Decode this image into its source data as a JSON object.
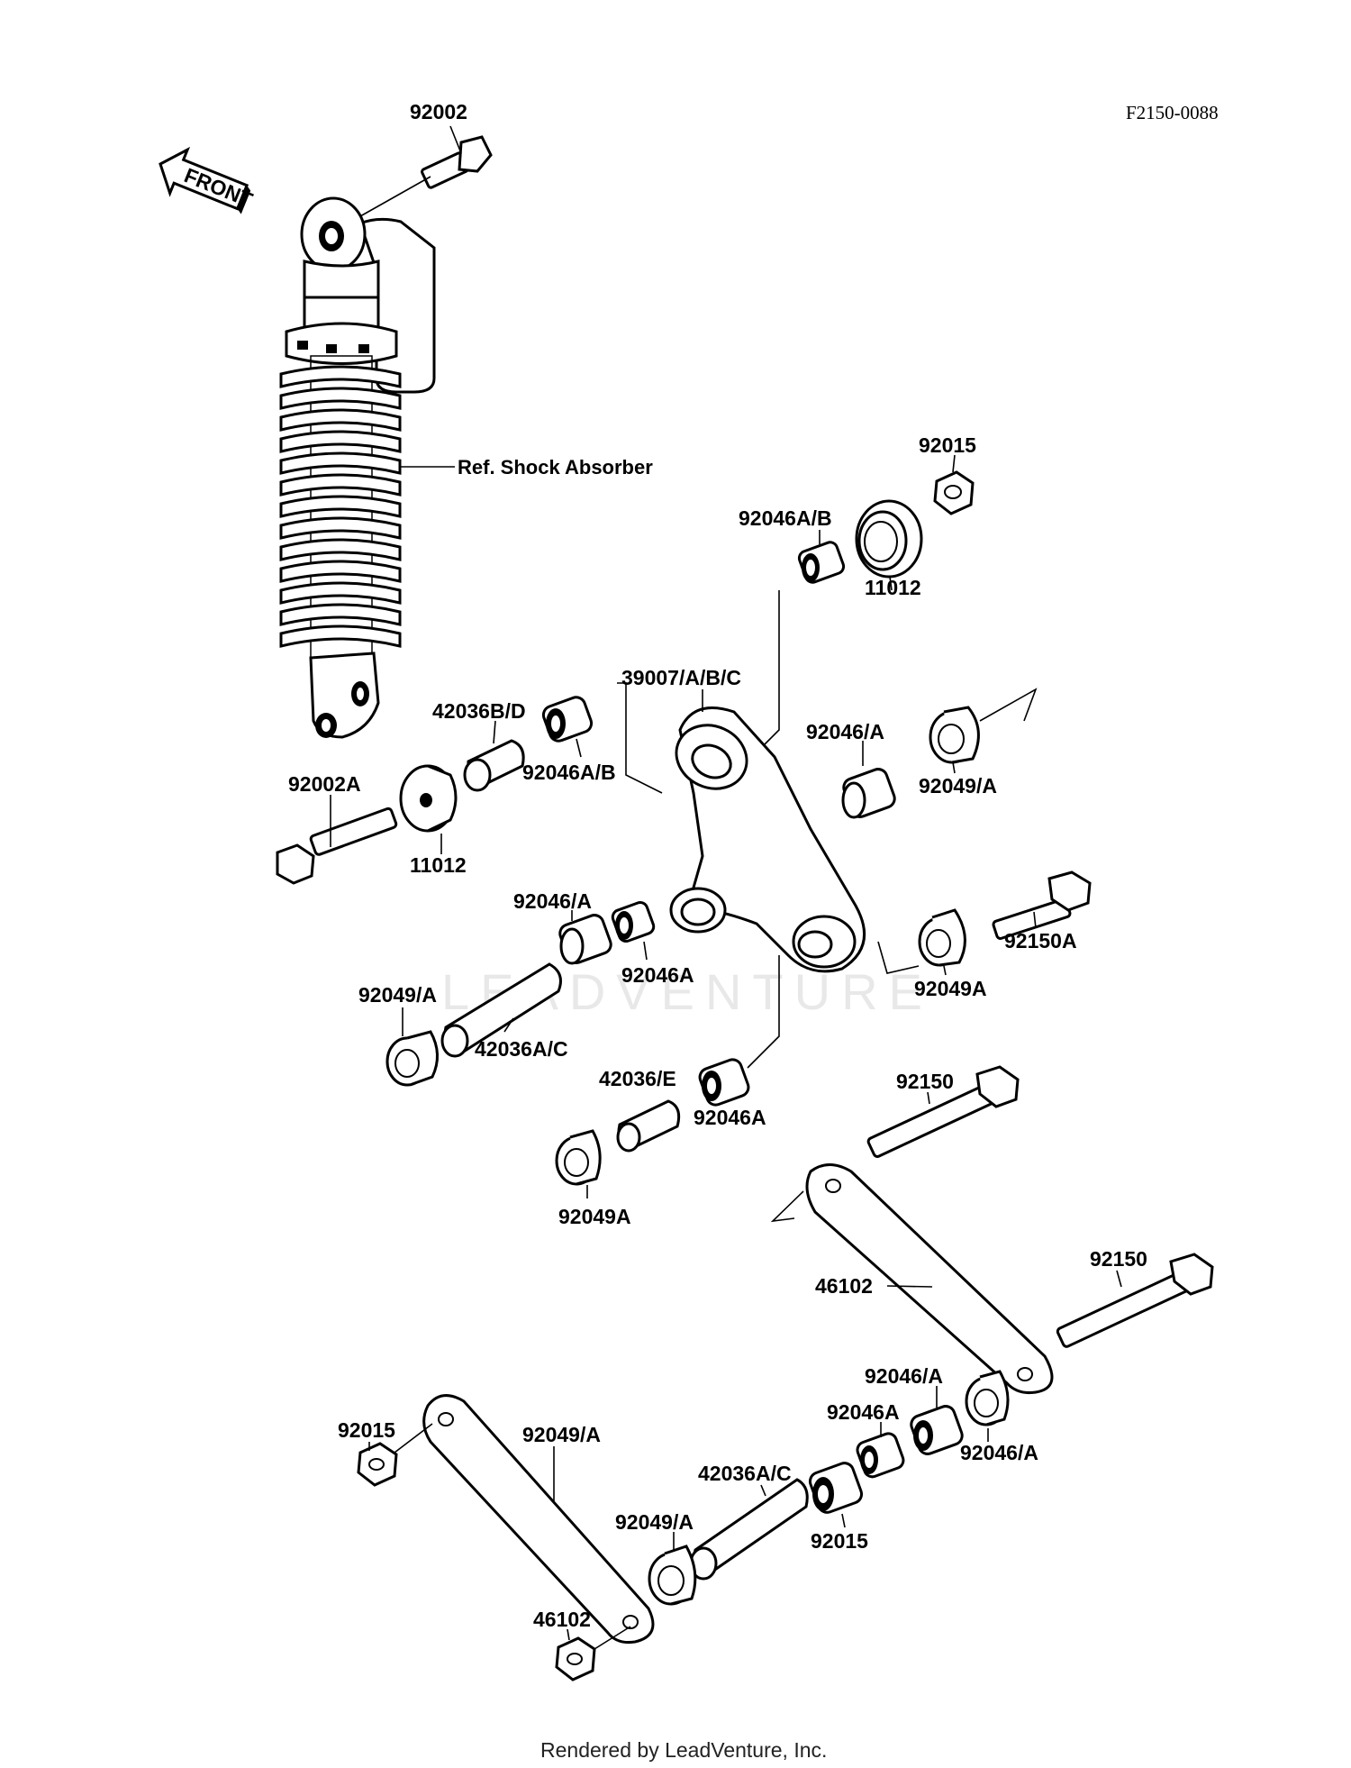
{
  "diagram_code": "F2150-0088",
  "front_label": "FRONT",
  "reference_label": "Ref. Shock Absorber",
  "watermark": "LEADVENTURE",
  "footer": "Rendered by LeadVenture, Inc.",
  "callouts": [
    {
      "id": "c01",
      "text": "92002"
    },
    {
      "id": "c02",
      "text": "92015"
    },
    {
      "id": "c03",
      "text": "92046A/B"
    },
    {
      "id": "c04",
      "text": "11012"
    },
    {
      "id": "c05",
      "text": "39007/A/B/C"
    },
    {
      "id": "c06",
      "text": "42036B/D"
    },
    {
      "id": "c07",
      "text": "92046A/B"
    },
    {
      "id": "c08",
      "text": "92046/A"
    },
    {
      "id": "c09",
      "text": "92049/A"
    },
    {
      "id": "c10",
      "text": "92002A"
    },
    {
      "id": "c11",
      "text": "11012"
    },
    {
      "id": "c12",
      "text": "92046/A"
    },
    {
      "id": "c13",
      "text": "92046A"
    },
    {
      "id": "c14",
      "text": "92150A"
    },
    {
      "id": "c15",
      "text": "92049/A"
    },
    {
      "id": "c16",
      "text": "42036A/C"
    },
    {
      "id": "c17",
      "text": "92049A"
    },
    {
      "id": "c18",
      "text": "42036/E"
    },
    {
      "id": "c19",
      "text": "92046A"
    },
    {
      "id": "c20",
      "text": "92150"
    },
    {
      "id": "c21",
      "text": "92049A"
    },
    {
      "id": "c22",
      "text": "92150"
    },
    {
      "id": "c23",
      "text": "46102"
    },
    {
      "id": "c24",
      "text": "92046/A"
    },
    {
      "id": "c25",
      "text": "92046A"
    },
    {
      "id": "c26",
      "text": "92015"
    },
    {
      "id": "c27",
      "text": "46102"
    },
    {
      "id": "c28",
      "text": "92049/A"
    },
    {
      "id": "c29",
      "text": "42036A/C"
    },
    {
      "id": "c30",
      "text": "92049/A"
    },
    {
      "id": "c31",
      "text": "92046/A"
    },
    {
      "id": "c32",
      "text": "92015"
    }
  ]
}
